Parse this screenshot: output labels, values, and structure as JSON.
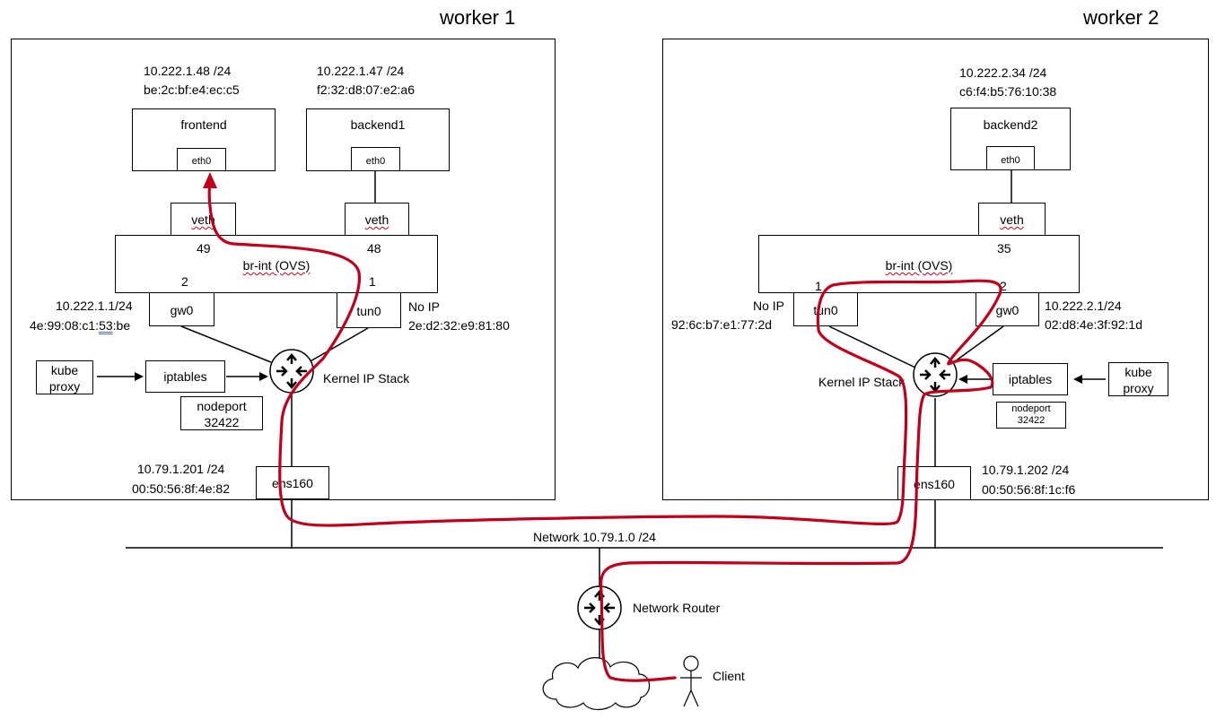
{
  "worker1": {
    "title": "worker 1",
    "frontend": {
      "ip": "10.222.1.48 /24",
      "mac": "be:2c:bf:e4:ec:c5",
      "label": "frontend",
      "iface": "eth0"
    },
    "backend1": {
      "ip": "10.222.1.47 /24",
      "mac": "f2:32:d8:07:e2:a6",
      "label": "backend1",
      "iface": "eth0"
    },
    "veth_a": "veth",
    "veth_b": "veth",
    "ovs_label": "br-int (OVS)",
    "port_49": "49",
    "port_48": "48",
    "port_2": "2",
    "port_1": "1",
    "gw0": {
      "label": "gw0",
      "ip": "10.222.1.1/24",
      "mac_prefix": "4e:99:08:c1:",
      "mac_mid": "53",
      "mac_suffix": ":be"
    },
    "tun0": {
      "label": "tun0",
      "ip": "No IP",
      "mac": "2e:d2:32:e9:81:80"
    },
    "kube_proxy_1": "kube",
    "kube_proxy_2": "proxy",
    "iptables": "iptables",
    "nodeport_1": "nodeport",
    "nodeport_2": "32422",
    "kernel": "Kernel IP Stack",
    "ens160": {
      "label": "ens160",
      "ip": "10.79.1.201 /24",
      "mac": "00:50:56:8f:4e:82"
    }
  },
  "worker2": {
    "title": "worker 2",
    "backend2": {
      "ip": "10.222.2.34 /24",
      "mac": "c6:f4:b5:76:10:38",
      "label": "backend2",
      "iface": "eth0"
    },
    "veth": "veth",
    "ovs_label": "br-int (OVS)",
    "port_35": "35",
    "port_1": "1",
    "port_2": "2",
    "tun0": {
      "label": "tun0",
      "ip": "No IP",
      "mac": "92:6c:b7:e1:77:2d"
    },
    "gw0": {
      "label": "gw0",
      "ip": "10.222.2.1/24",
      "mac": "02:d8:4e:3f:92:1d"
    },
    "kube_proxy_1": "kube",
    "kube_proxy_2": "proxy",
    "iptables": "iptables",
    "nodeport_1": "nodeport",
    "nodeport_2": "32422",
    "kernel": "Kernel IP Stack",
    "ens160": {
      "label": "ens160",
      "ip": "10.79.1.202 /24",
      "mac": "00:50:56:8f:1c:f6"
    }
  },
  "network": {
    "label": "Network 10.79.1.0 /24"
  },
  "router": {
    "label": "Network Router"
  },
  "client": {
    "label": "Client"
  },
  "colors": {
    "path": "#c0001a",
    "line": "#000000",
    "squiggle": "#d0021b"
  }
}
